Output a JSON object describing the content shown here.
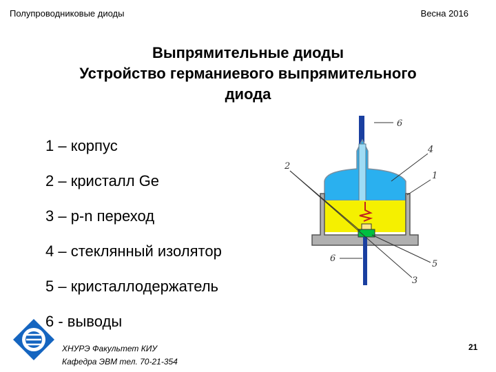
{
  "header": {
    "left": "Полупроводниковые диоды",
    "right": "Весна 2016"
  },
  "title": {
    "line1": "Выпрямительные диоды",
    "line2": "Устройство германиевого выпрямительного",
    "line3": "диода"
  },
  "legend": [
    "1 – корпус",
    "2 – кристалл Ge",
    "3 – p-n переход",
    "4 – стеклянный изолятор",
    "5 – кристаллодержатель",
    "6 - выводы"
  ],
  "diagram": {
    "labels": {
      "l1": "1",
      "l2": "2",
      "l3": "3",
      "l4": "4",
      "l5": "5",
      "l6_top": "6",
      "l6_bottom": "6"
    },
    "colors": {
      "glass": "#2ab0ef",
      "fill": "#f5f000",
      "crystal": "#00c040",
      "housing": "#b0b0b0",
      "lead": "#1a3fa0"
    }
  },
  "footer": {
    "line1": "ХНУРЭ Факультет КИУ",
    "line2": "Кафедра ЭВМ   тел. 70-21-354"
  },
  "page_number": "21",
  "colors": {
    "logo": "#1565c0"
  }
}
